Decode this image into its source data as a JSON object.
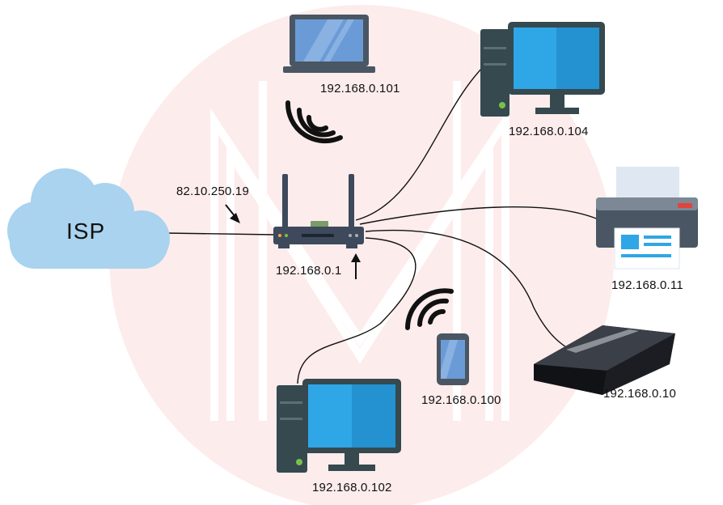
{
  "isp": {
    "label": "ISP"
  },
  "router": {
    "wan_ip": "82.10.250.19",
    "lan_ip": "192.168.0.1"
  },
  "devices": {
    "laptop": {
      "ip": "192.168.0.101"
    },
    "desktop_top": {
      "ip": "192.168.0.104"
    },
    "printer": {
      "ip": "192.168.0.11"
    },
    "console": {
      "ip": "192.168.0.10"
    },
    "phone": {
      "ip": "192.168.0.100"
    },
    "desktop_bottom": {
      "ip": "192.168.0.102"
    }
  },
  "colors": {
    "background_circle": "#fdecec",
    "watermark_stroke": "#ffffff",
    "cloud": "#a9d3ee",
    "wire": "#111111",
    "screen": "#2fa6e6",
    "monitor_frame": "#35494f",
    "router_body": "#3e4a5c"
  }
}
